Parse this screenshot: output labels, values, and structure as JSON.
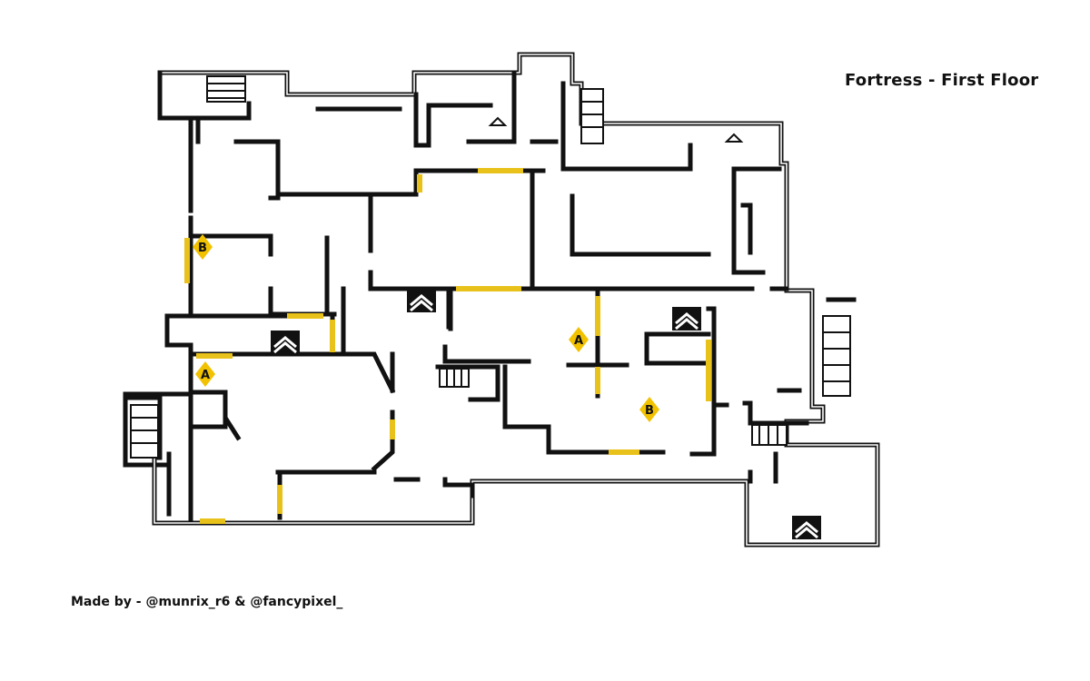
{
  "map": {
    "title": "Fortress - First Floor",
    "credit": "Made by - @munrix_r6 & @fancypixel_",
    "colors": {
      "wall": "#111111",
      "background": "#ffffff",
      "bomb_site": "#f2c200"
    },
    "bomb_sites": [
      {
        "id": "site-b-left",
        "label": "B"
      },
      {
        "id": "site-a-left",
        "label": "A"
      },
      {
        "id": "site-a-center",
        "label": "A"
      },
      {
        "id": "site-b-right",
        "label": "B"
      }
    ],
    "icons": [
      "hatch-icon",
      "camera-icon",
      "stairs-icon"
    ]
  }
}
